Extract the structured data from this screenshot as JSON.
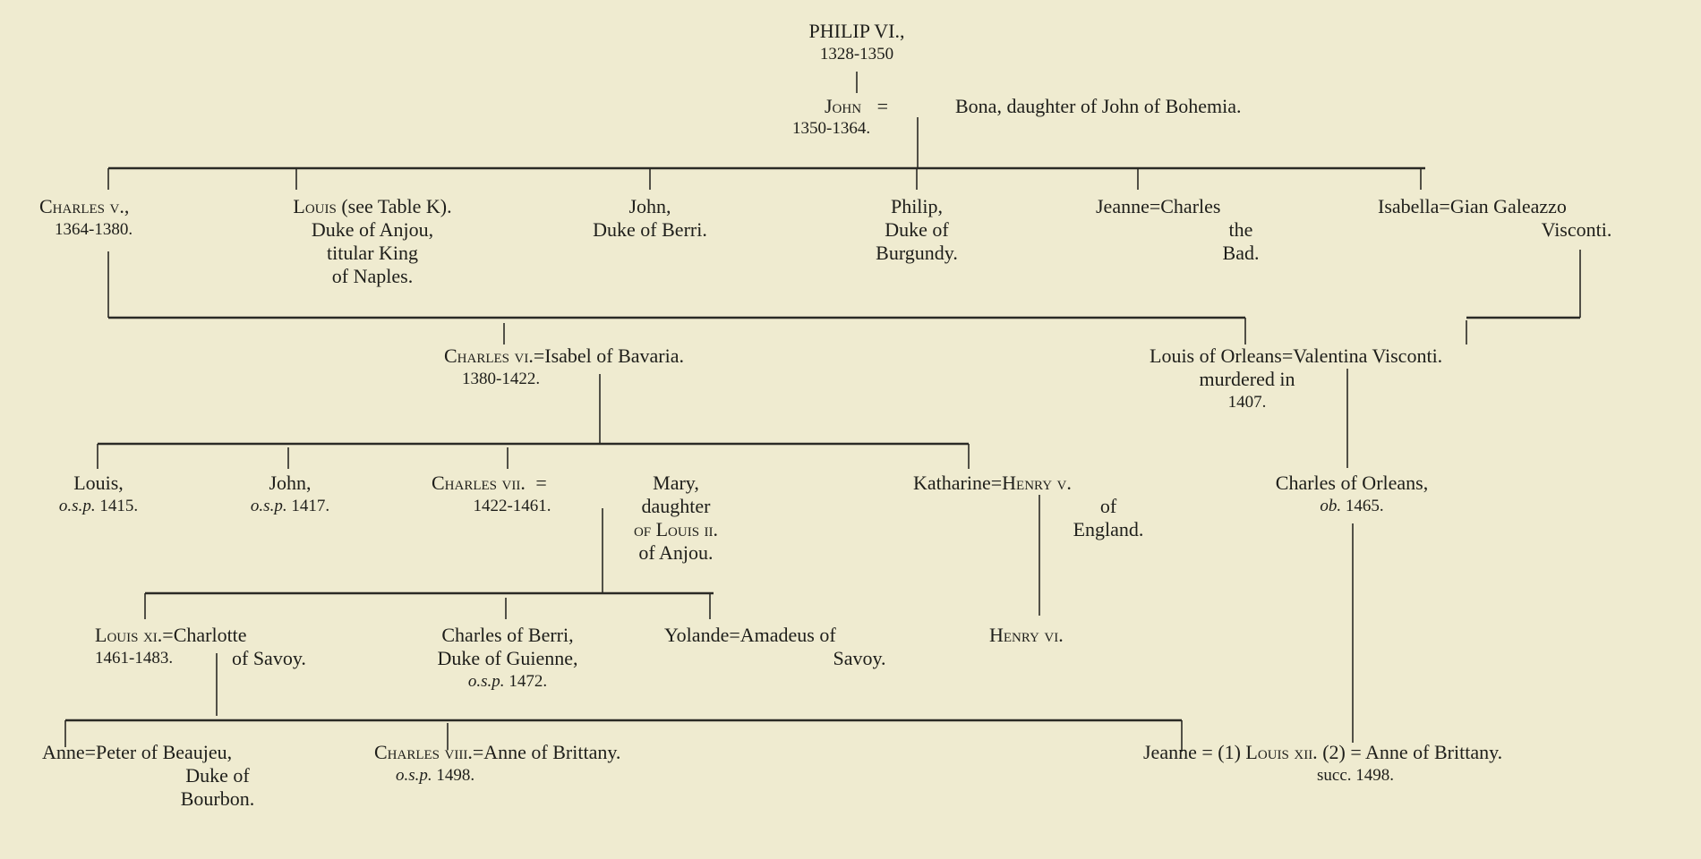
{
  "philip": {
    "name": "PHILIP VI.,",
    "reign": "1328-1350"
  },
  "john": {
    "name": "John",
    "eq": "=",
    "spouse": "Bona, daughter of John of Bohemia.",
    "reign": "1350-1364."
  },
  "gen2": {
    "charles5": {
      "name": "Charles v.,",
      "reign": "1364-1380."
    },
    "louis_anjou": {
      "name": "Louis",
      "note": "(see Table K).",
      "l2": "Duke of Anjou,",
      "l3": "titular King",
      "l4": "of Naples."
    },
    "john_berri": {
      "l1": "John,",
      "l2": "Duke of Berri."
    },
    "philip_burgundy": {
      "l1": "Philip,",
      "l2": "Duke of",
      "l3": "Burgundy."
    },
    "jeanne": {
      "l1": "Jeanne=Charles",
      "l2": "the",
      "l3": "Bad."
    },
    "isabella": {
      "l1": "Isabella=Gian Galeazzo",
      "l2": "Visconti."
    }
  },
  "gen3": {
    "charles6": {
      "name": "Charles vi.",
      "spouse": "=Isabel of Bavaria.",
      "reign": "1380-1422."
    },
    "louis_orleans": {
      "l1": "Louis of Orleans=Valentina Visconti.",
      "l2": "murdered in",
      "l3": "1407."
    }
  },
  "gen4": {
    "louis": {
      "l1": "Louis,",
      "osp": "o.s.p.",
      "year": "1415."
    },
    "john": {
      "l1": "John,",
      "osp": "o.s.p.",
      "year": "1417."
    },
    "charles7": {
      "name": "Charles vii.",
      "eq": "=",
      "reign": "1422-1461."
    },
    "mary": {
      "l1": "Mary,",
      "l2": "daughter",
      "l3": "of Louis ii.",
      "l4": "of Anjou."
    },
    "katharine": {
      "name": "Katharine=",
      "husband": "Henry v.",
      "l2": "of",
      "l3": "England."
    },
    "charles_orleans": {
      "l1": "Charles of Orleans,",
      "ob": "ob.",
      "year": "1465."
    }
  },
  "gen5": {
    "louis11": {
      "name": "Louis xi.",
      "spouse": "=Charlotte",
      "reign": "1461-1483.",
      "spouse2": "of Savoy."
    },
    "charles_berri": {
      "l1": "Charles of Berri,",
      "l2": "Duke of Guienne,",
      "osp": "o.s.p.",
      "year": "1472."
    },
    "yolande": {
      "l1": "Yolande=Amadeus of",
      "l2": "Savoy."
    },
    "henry6": {
      "name": "Henry vi."
    }
  },
  "gen6": {
    "anne": {
      "l1": "Anne=Peter of Beaujeu,",
      "l2": "Duke of",
      "l3": "Bourbon."
    },
    "charles8": {
      "name": "Charles viii.",
      "spouse": "=Anne of Brittany.",
      "osp": "o.s.p.",
      "year": "1498."
    },
    "louis12": {
      "pre": "Jeanne = (1) ",
      "name": "Louis xii.",
      "post": " (2) = Anne of Brittany.",
      "l2": "succ. 1498."
    }
  }
}
